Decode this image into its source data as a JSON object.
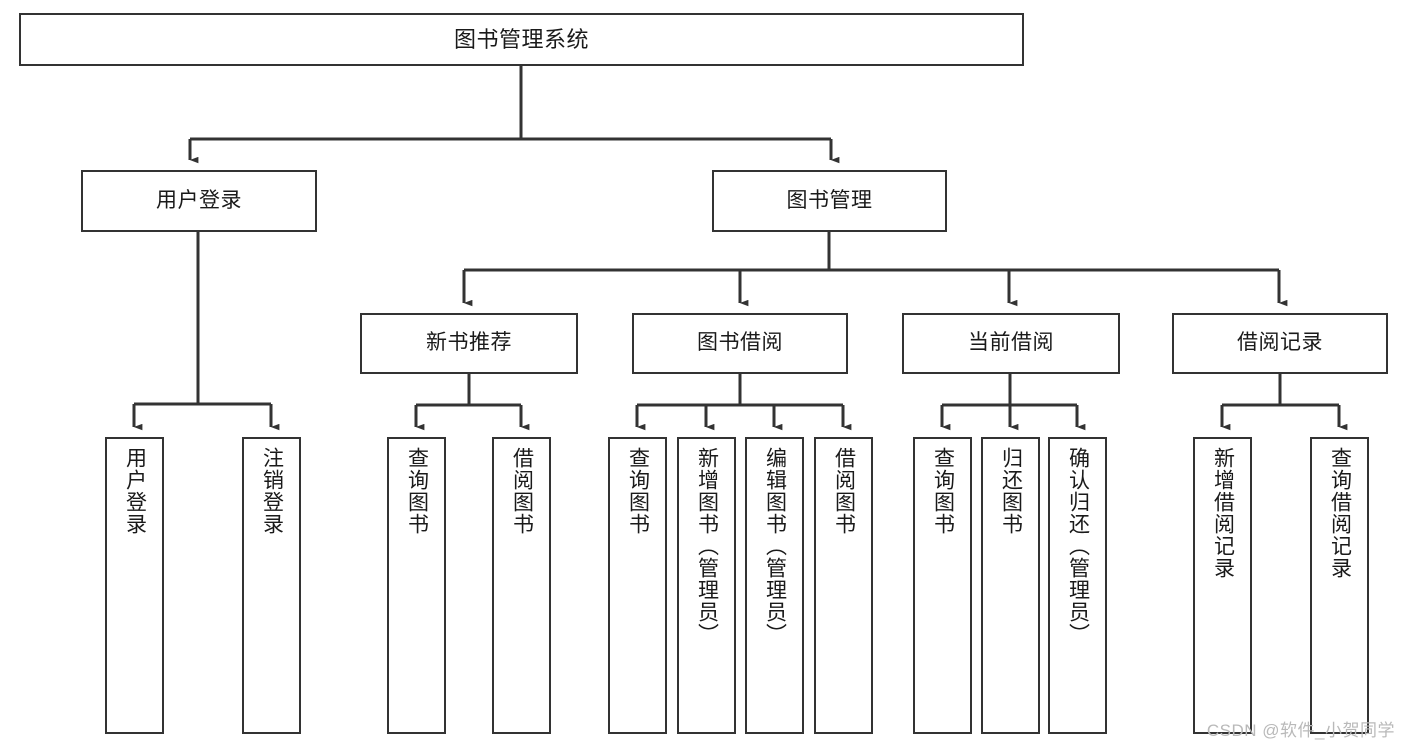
{
  "diagram": {
    "title": "图书管理系统",
    "type": "tree-hierarchy",
    "watermark": "CSDN @软件_小贺同学",
    "colors": {
      "box_border": "#333333",
      "box_fill": "#ffffff",
      "edge": "#333333",
      "text": "#1a1a1a",
      "watermark": "#b9b9b9"
    },
    "nodes": {
      "root": {
        "label": "图书管理系统"
      },
      "level1": [
        {
          "id": "user-login",
          "label": "用户登录"
        },
        {
          "id": "book-manage",
          "label": "图书管理"
        }
      ],
      "level2": [
        {
          "id": "new-book-recommend",
          "label": "新书推荐"
        },
        {
          "id": "book-borrow",
          "label": "图书借阅"
        },
        {
          "id": "current-borrow",
          "label": "当前借阅"
        },
        {
          "id": "borrow-record",
          "label": "借阅记录"
        }
      ],
      "leaves": [
        {
          "id": "leaf-user-login",
          "label": "用户登录",
          "parent": "user-login"
        },
        {
          "id": "leaf-logout",
          "label": "注销登录",
          "parent": "user-login"
        },
        {
          "id": "leaf-query-book-1",
          "label": "查询图书",
          "parent": "new-book-recommend"
        },
        {
          "id": "leaf-borrow-book-1",
          "label": "借阅图书",
          "parent": "new-book-recommend"
        },
        {
          "id": "leaf-query-book-2",
          "label": "查询图书",
          "parent": "book-borrow"
        },
        {
          "id": "leaf-add-book",
          "label": "新增图书（管理员）",
          "parent": "book-borrow"
        },
        {
          "id": "leaf-edit-book",
          "label": "编辑图书（管理员）",
          "parent": "book-borrow"
        },
        {
          "id": "leaf-borrow-book-2",
          "label": "借阅图书",
          "parent": "book-borrow"
        },
        {
          "id": "leaf-query-book-3",
          "label": "查询图书",
          "parent": "current-borrow"
        },
        {
          "id": "leaf-return-book",
          "label": "归还图书",
          "parent": "current-borrow"
        },
        {
          "id": "leaf-confirm-return",
          "label": "确认归还（管理员）",
          "parent": "current-borrow"
        },
        {
          "id": "leaf-add-record",
          "label": "新增借阅记录",
          "parent": "borrow-record"
        },
        {
          "id": "leaf-query-record",
          "label": "查询借阅记录",
          "parent": "borrow-record"
        }
      ]
    }
  }
}
